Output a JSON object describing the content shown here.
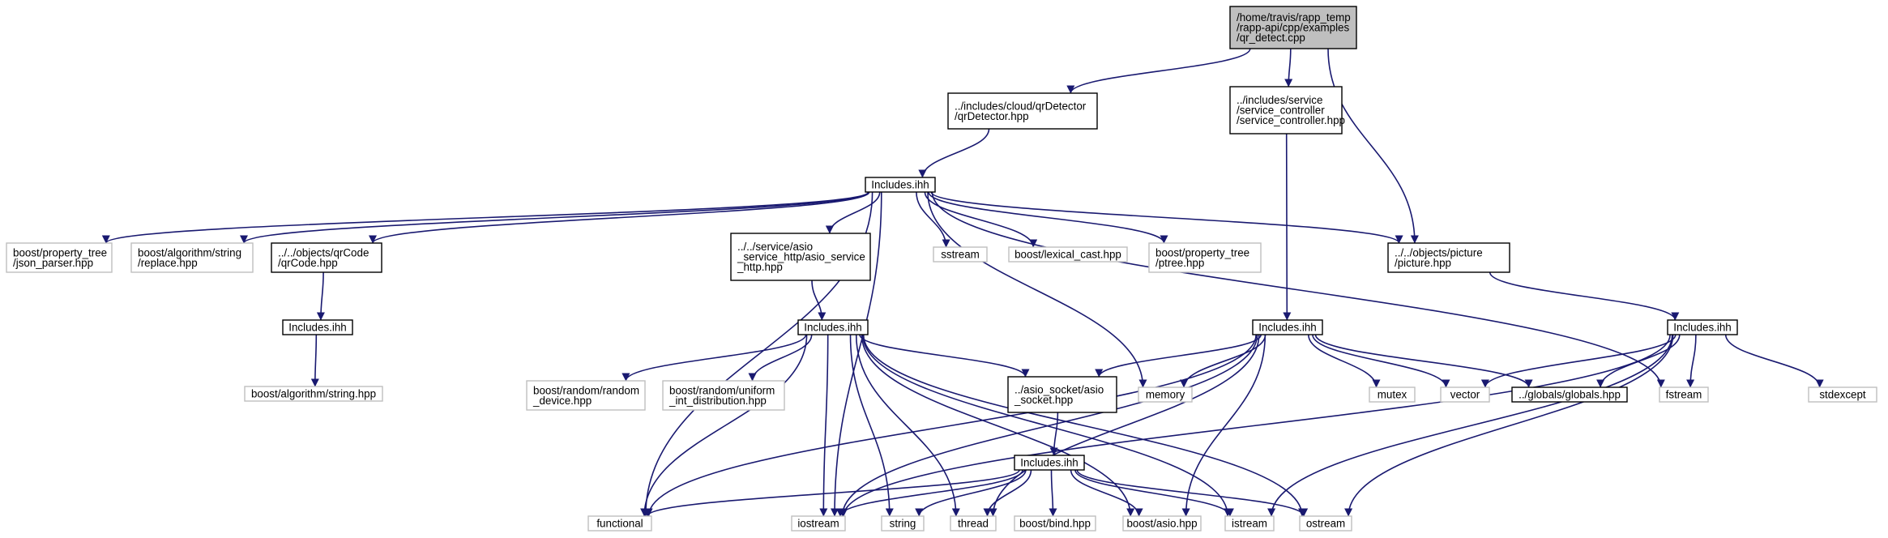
{
  "colors": {
    "edge": "#191970",
    "node_border": "#000000",
    "external_border": "#bfbfbf",
    "root_fill": "#bfbfbf"
  },
  "nodes": [
    {
      "id": "root",
      "kind": "root",
      "lines": [
        "/home/travis/rapp_temp",
        "/rapp-api/cpp/examples",
        "/qr_detect.cpp"
      ]
    },
    {
      "id": "qrdetector",
      "kind": "file",
      "lines": [
        "../includes/cloud/qrDetector",
        "/qrDetector.hpp"
      ]
    },
    {
      "id": "servicectl",
      "kind": "file",
      "lines": [
        "../includes/service",
        "/service_controller",
        "/service_controller.hpp"
      ]
    },
    {
      "id": "inc_top",
      "kind": "file",
      "lines": [
        "Includes.ihh"
      ]
    },
    {
      "id": "json_parser",
      "kind": "ext",
      "lines": [
        "boost/property_tree",
        "/json_parser.hpp"
      ]
    },
    {
      "id": "replace",
      "kind": "ext",
      "lines": [
        "boost/algorithm/string",
        "/replace.hpp"
      ]
    },
    {
      "id": "qrcode",
      "kind": "file",
      "lines": [
        "../../objects/qrCode",
        "/qrCode.hpp"
      ]
    },
    {
      "id": "asio_service",
      "kind": "file",
      "lines": [
        "../../service/asio",
        "_service_http/asio_service",
        "_http.hpp"
      ]
    },
    {
      "id": "sstream",
      "kind": "ext",
      "lines": [
        "sstream"
      ]
    },
    {
      "id": "lexical_cast",
      "kind": "ext",
      "lines": [
        "boost/lexical_cast.hpp"
      ]
    },
    {
      "id": "ptree",
      "kind": "ext",
      "lines": [
        "boost/property_tree",
        "/ptree.hpp"
      ]
    },
    {
      "id": "picture",
      "kind": "file",
      "lines": [
        "../../objects/picture",
        "/picture.hpp"
      ]
    },
    {
      "id": "inc_qrcode",
      "kind": "file",
      "lines": [
        "Includes.ihh"
      ]
    },
    {
      "id": "boost_string",
      "kind": "ext",
      "lines": [
        "boost/algorithm/string.hpp"
      ]
    },
    {
      "id": "inc_asio_service",
      "kind": "file",
      "lines": [
        "Includes.ihh"
      ]
    },
    {
      "id": "inc_service",
      "kind": "file",
      "lines": [
        "Includes.ihh"
      ]
    },
    {
      "id": "inc_picture",
      "kind": "file",
      "lines": [
        "Includes.ihh"
      ]
    },
    {
      "id": "random_device",
      "kind": "ext",
      "lines": [
        "boost/random/random",
        "_device.hpp"
      ]
    },
    {
      "id": "uniform_int",
      "kind": "ext",
      "lines": [
        "boost/random/uniform",
        "_int_distribution.hpp"
      ]
    },
    {
      "id": "asio_socket",
      "kind": "file",
      "lines": [
        "../asio_socket/asio",
        "_socket.hpp"
      ]
    },
    {
      "id": "memory",
      "kind": "ext",
      "lines": [
        "memory"
      ]
    },
    {
      "id": "mutex",
      "kind": "ext",
      "lines": [
        "mutex"
      ]
    },
    {
      "id": "vector",
      "kind": "ext",
      "lines": [
        "vector"
      ]
    },
    {
      "id": "globals",
      "kind": "file",
      "lines": [
        "../globals/globals.hpp"
      ]
    },
    {
      "id": "fstream",
      "kind": "ext",
      "lines": [
        "fstream"
      ]
    },
    {
      "id": "stdexcept",
      "kind": "ext",
      "lines": [
        "stdexcept"
      ]
    },
    {
      "id": "inc_socket",
      "kind": "file",
      "lines": [
        "Includes.ihh"
      ]
    },
    {
      "id": "functional",
      "kind": "ext",
      "lines": [
        "functional"
      ]
    },
    {
      "id": "iostream",
      "kind": "ext",
      "lines": [
        "iostream"
      ]
    },
    {
      "id": "string",
      "kind": "ext",
      "lines": [
        "string"
      ]
    },
    {
      "id": "thread",
      "kind": "ext",
      "lines": [
        "thread"
      ]
    },
    {
      "id": "bind",
      "kind": "ext",
      "lines": [
        "boost/bind.hpp"
      ]
    },
    {
      "id": "asio",
      "kind": "ext",
      "lines": [
        "boost/asio.hpp"
      ]
    },
    {
      "id": "istream",
      "kind": "ext",
      "lines": [
        "istream"
      ]
    },
    {
      "id": "ostream",
      "kind": "ext",
      "lines": [
        "ostream"
      ]
    }
  ],
  "edges": [
    [
      "root",
      "qrdetector"
    ],
    [
      "root",
      "servicectl"
    ],
    [
      "root",
      "picture"
    ],
    [
      "qrdetector",
      "inc_top"
    ],
    [
      "servicectl",
      "inc_service"
    ],
    [
      "inc_top",
      "json_parser"
    ],
    [
      "inc_top",
      "replace"
    ],
    [
      "inc_top",
      "qrcode"
    ],
    [
      "inc_top",
      "asio_service"
    ],
    [
      "inc_top",
      "sstream"
    ],
    [
      "inc_top",
      "lexical_cast"
    ],
    [
      "inc_top",
      "ptree"
    ],
    [
      "inc_top",
      "picture"
    ],
    [
      "inc_top",
      "memory"
    ],
    [
      "inc_top",
      "fstream"
    ],
    [
      "inc_top",
      "functional"
    ],
    [
      "inc_top",
      "iostream"
    ],
    [
      "qrcode",
      "inc_qrcode"
    ],
    [
      "inc_qrcode",
      "boost_string"
    ],
    [
      "asio_service",
      "inc_asio_service"
    ],
    [
      "inc_asio_service",
      "random_device"
    ],
    [
      "inc_asio_service",
      "uniform_int"
    ],
    [
      "inc_asio_service",
      "asio_socket"
    ],
    [
      "inc_asio_service",
      "functional"
    ],
    [
      "inc_asio_service",
      "iostream"
    ],
    [
      "inc_asio_service",
      "string"
    ],
    [
      "inc_asio_service",
      "thread"
    ],
    [
      "inc_asio_service",
      "asio"
    ],
    [
      "inc_asio_service",
      "istream"
    ],
    [
      "inc_asio_service",
      "ostream"
    ],
    [
      "picture",
      "inc_picture"
    ],
    [
      "inc_service",
      "asio_socket"
    ],
    [
      "inc_service",
      "memory"
    ],
    [
      "inc_service",
      "mutex"
    ],
    [
      "inc_service",
      "vector"
    ],
    [
      "inc_service",
      "globals"
    ],
    [
      "inc_service",
      "functional"
    ],
    [
      "inc_service",
      "iostream"
    ],
    [
      "inc_service",
      "thread"
    ],
    [
      "inc_service",
      "asio"
    ],
    [
      "inc_picture",
      "vector"
    ],
    [
      "inc_picture",
      "globals"
    ],
    [
      "inc_picture",
      "fstream"
    ],
    [
      "inc_picture",
      "stdexcept"
    ],
    [
      "inc_picture",
      "iostream"
    ],
    [
      "inc_picture",
      "istream"
    ],
    [
      "inc_picture",
      "ostream"
    ],
    [
      "asio_socket",
      "inc_socket"
    ],
    [
      "inc_socket",
      "functional"
    ],
    [
      "inc_socket",
      "iostream"
    ],
    [
      "inc_socket",
      "string"
    ],
    [
      "inc_socket",
      "thread"
    ],
    [
      "inc_socket",
      "bind"
    ],
    [
      "inc_socket",
      "asio"
    ],
    [
      "inc_socket",
      "istream"
    ],
    [
      "inc_socket",
      "ostream"
    ]
  ]
}
